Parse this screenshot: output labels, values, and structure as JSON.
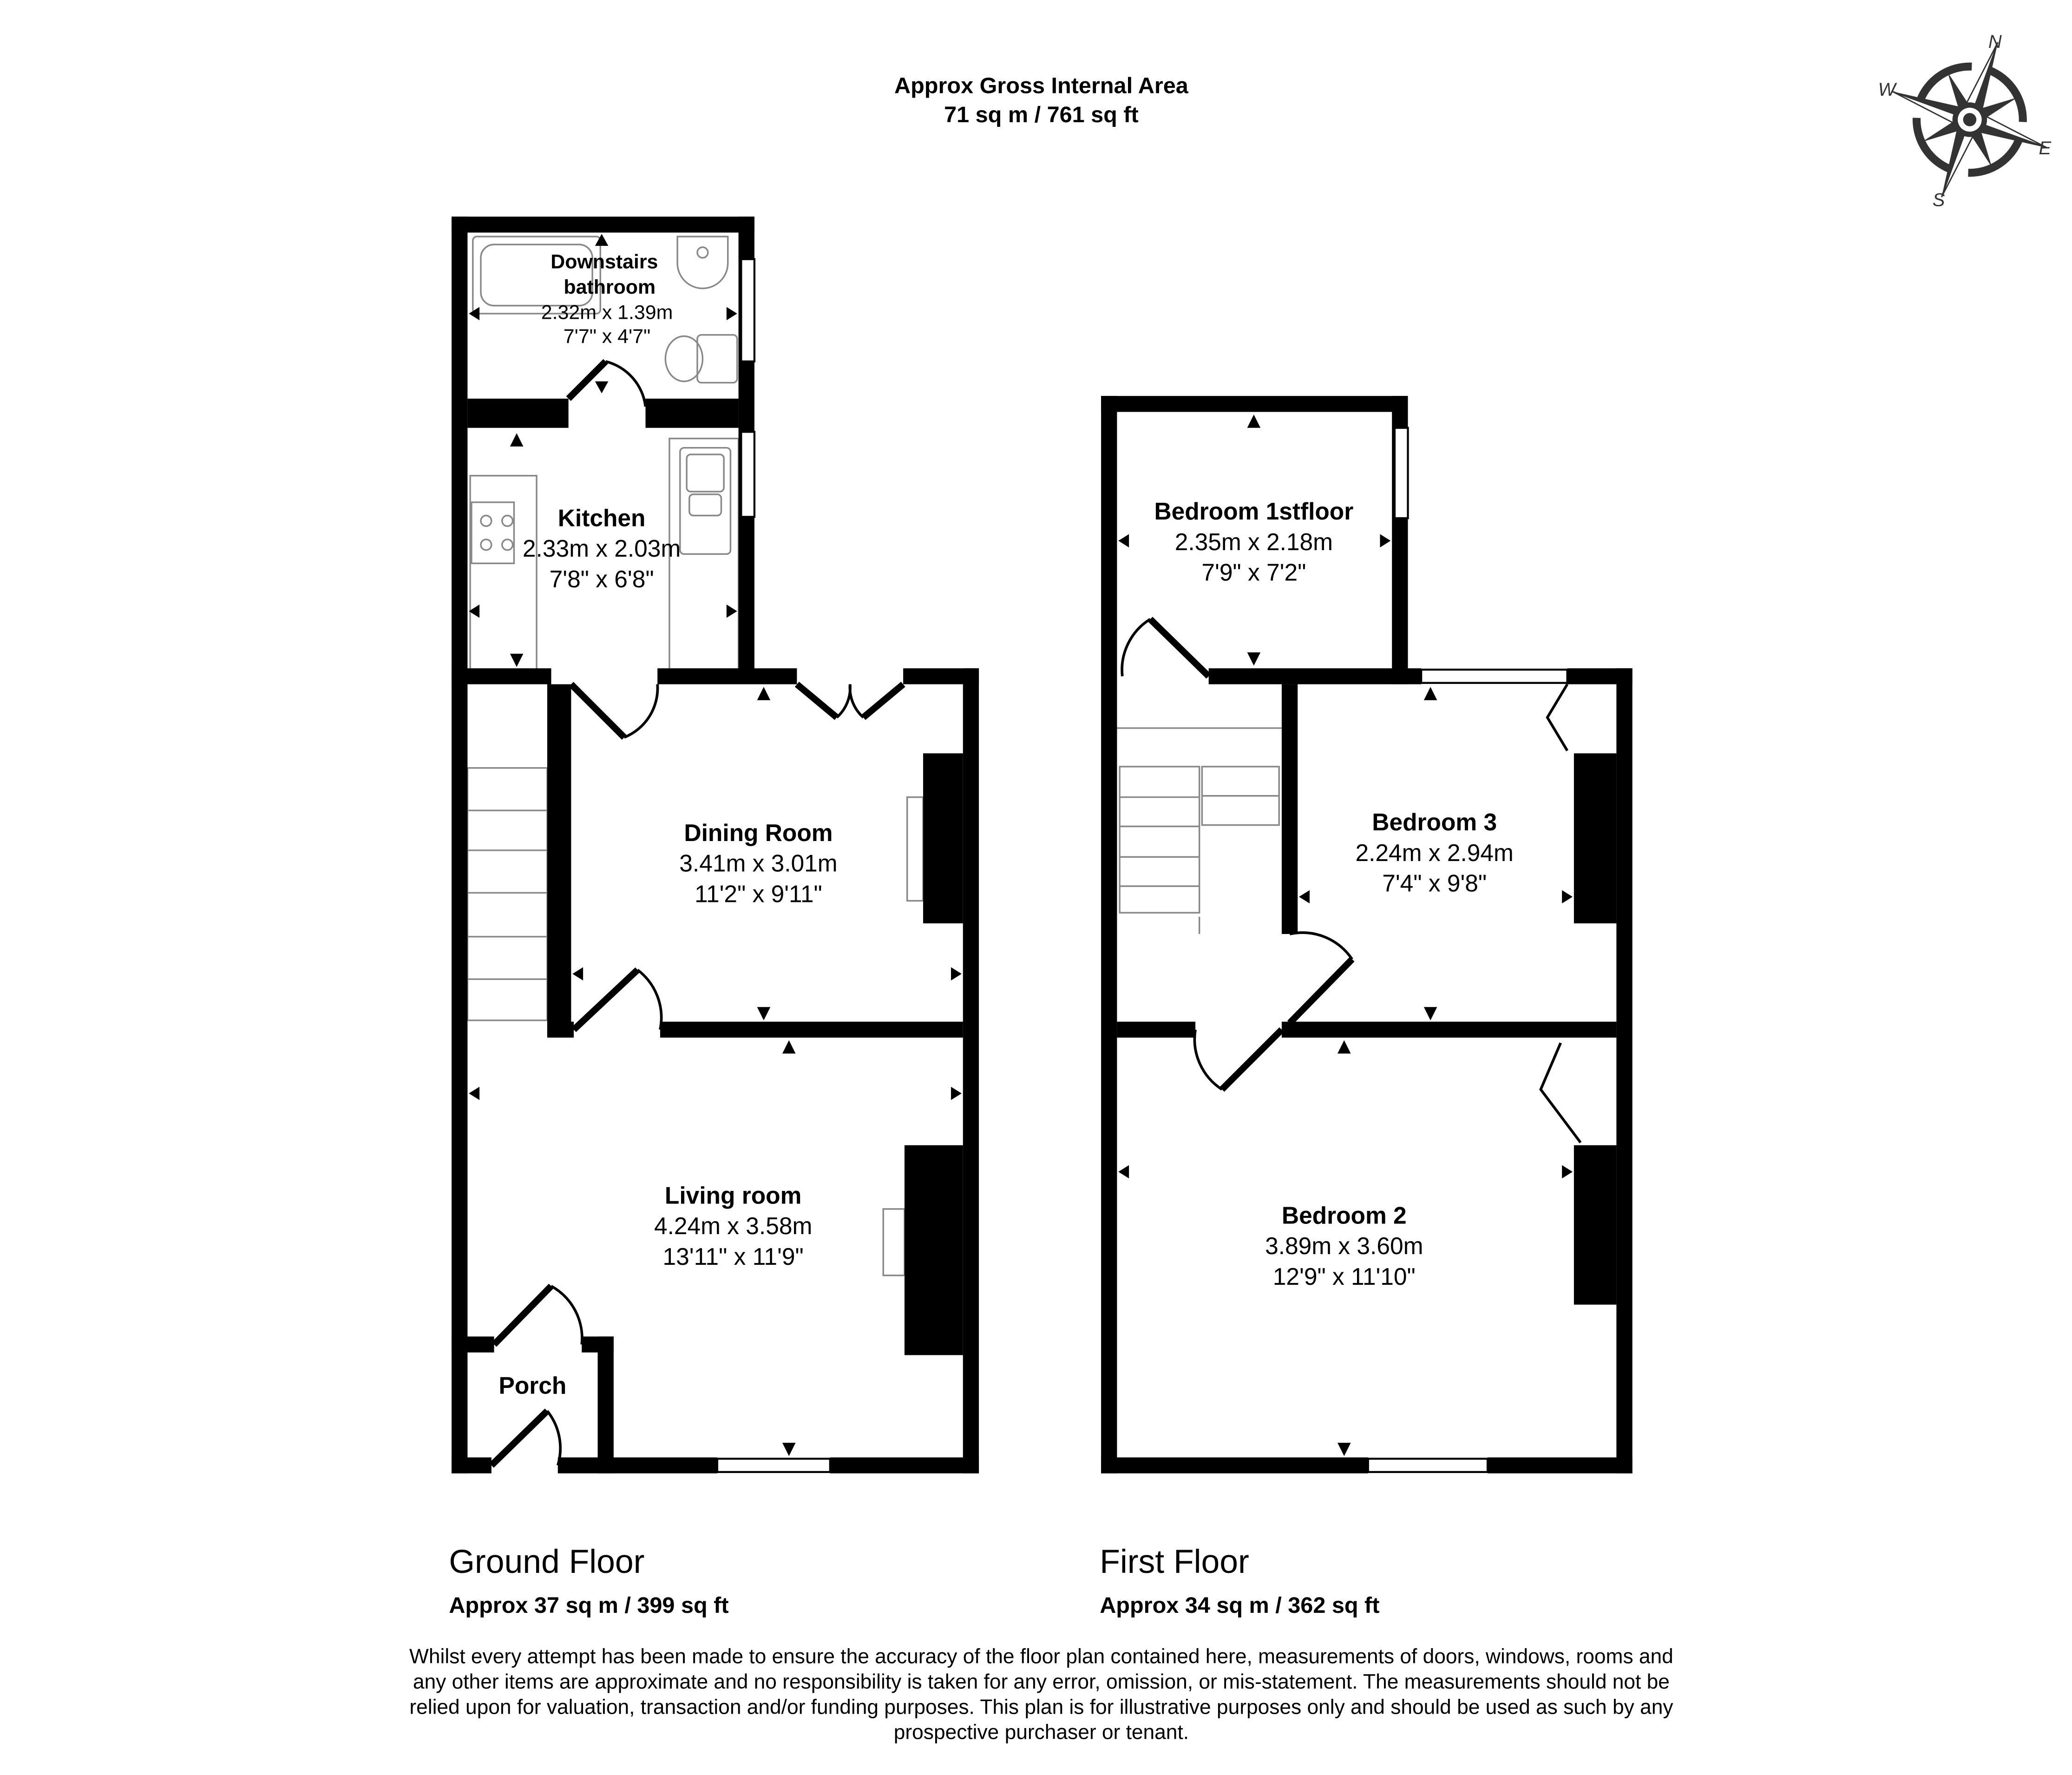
{
  "header": {
    "line1": "Approx Gross Internal Area",
    "line2": "71 sq m / 761 sq ft"
  },
  "compass": {
    "icon": "compass-rose-icon",
    "n": "N",
    "e": "E",
    "s": "S",
    "w": "W",
    "color": "#333333"
  },
  "ground_floor": {
    "title": "Ground Floor",
    "area": "Approx 37 sq m / 399 sq ft",
    "rooms": [
      {
        "name1": "Downstairs",
        "name2": "bathroom",
        "metric": "2.32m x 1.39m",
        "imperial": "7'7\" x 4'7\""
      },
      {
        "name": "Kitchen",
        "metric": "2.33m x 2.03m",
        "imperial": "7'8\" x 6'8\""
      },
      {
        "name": "Dining Room",
        "metric": "3.41m x 3.01m",
        "imperial": "11'2\" x 9'11\""
      },
      {
        "name": "Living room",
        "metric": "4.24m x 3.58m",
        "imperial": "13'11\" x 11'9\""
      },
      {
        "name": "Porch"
      }
    ]
  },
  "first_floor": {
    "title": "First Floor",
    "area": "Approx 34 sq m / 362 sq ft",
    "rooms": [
      {
        "name": "Bedroom 1stfloor",
        "metric": "2.35m x 2.18m",
        "imperial": "7'9\" x 7'2\""
      },
      {
        "name": "Bedroom 3",
        "metric": "2.24m x 2.94m",
        "imperial": "7'4\" x 9'8\""
      },
      {
        "name": "Bedroom 2",
        "metric": "3.89m x 3.60m",
        "imperial": "12'9\" x 11'10\""
      }
    ]
  },
  "disclaimer": [
    "Whilst every attempt has been made to ensure the accuracy of the floor plan contained here, measurements of doors, windows, rooms and",
    "any other items are approximate and no responsibility is taken for any error, omission, or mis-statement. The measurements should not be",
    "relied upon for valuation, transaction and/or funding purposes. This plan is for illustrative purposes only and should be used as such by any",
    "prospective purchaser or tenant."
  ]
}
